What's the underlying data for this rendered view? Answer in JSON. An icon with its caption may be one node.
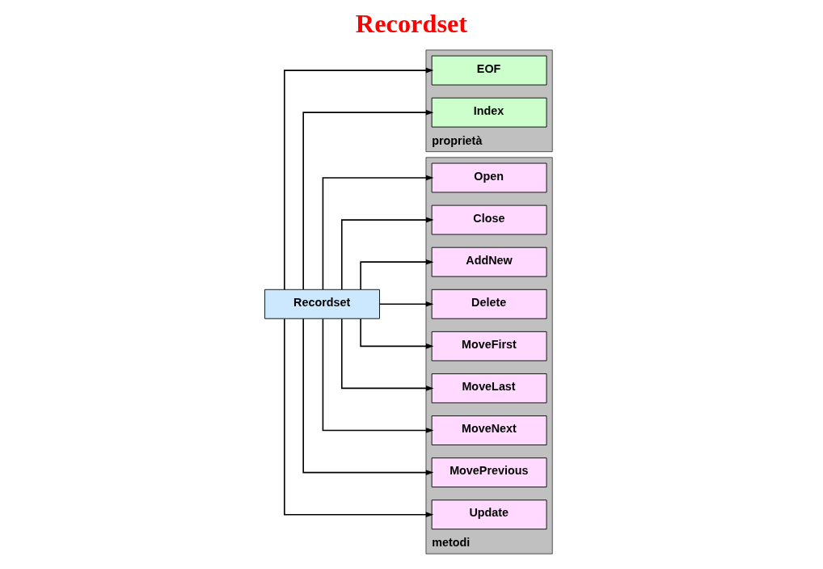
{
  "diagram": {
    "title": "Recordset",
    "nodes": [
      {
        "text": [
          "proprietà"
        ]
      },
      {
        "text": [
          "EOF"
        ],
        "in": 0
      },
      {
        "text": [
          "Index"
        ],
        "in": 0
      },
      {
        "text": [
          "Recordset"
        ]
      },
      {
        "text": [
          "metodi"
        ]
      },
      {
        "text": [
          "Open"
        ],
        "in": 4
      },
      {
        "text": [
          "Close"
        ],
        "in": 4
      },
      {
        "text": [
          "AddNew"
        ],
        "in": 4
      },
      {
        "text": [
          "Delete"
        ],
        "in": 4
      },
      {
        "text": [
          "MoveFirst"
        ],
        "in": 4
      },
      {
        "text": [
          "MoveLast"
        ],
        "in": 4
      },
      {
        "text": [
          "MoveNext"
        ],
        "in": 4
      },
      {
        "text": [
          "MovePrevious"
        ],
        "in": 4
      },
      {
        "text": [
          "Update"
        ],
        "in": 4
      }
    ],
    "edges": [
      {
        "from": 3,
        "to": 1,
        "arrow": "to"
      },
      {
        "from": 3,
        "to": 2,
        "arrow": "to"
      },
      {
        "from": 3,
        "to": 5,
        "arrow": "to"
      },
      {
        "from": 3,
        "to": 6,
        "arrow": "to"
      },
      {
        "from": 3,
        "to": 7,
        "arrow": "to"
      },
      {
        "from": 3,
        "to": 8,
        "arrow": "to"
      },
      {
        "from": 3,
        "to": 9,
        "arrow": "to"
      },
      {
        "from": 3,
        "to": 10,
        "arrow": "to"
      },
      {
        "from": 3,
        "to": 11,
        "arrow": "to"
      },
      {
        "from": 3,
        "to": 12,
        "arrow": "to"
      },
      {
        "from": 3,
        "to": 13,
        "arrow": "to"
      }
    ]
  }
}
